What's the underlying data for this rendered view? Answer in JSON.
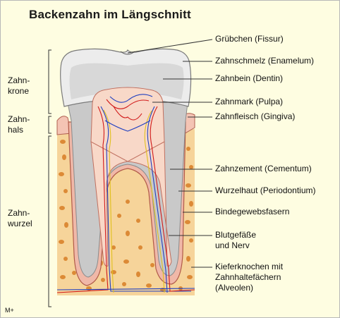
{
  "title": "Backenzahn im Längschnitt",
  "credit": "M+",
  "zones": {
    "krone": [
      "Zahn-",
      "krone"
    ],
    "hals": [
      "Zahn-",
      "hals"
    ],
    "wurzel": [
      "Zahn-",
      "wurzel"
    ]
  },
  "labels": {
    "fissur": "Grübchen  (Fissur)",
    "schmelz": "Zahnschmelz (Enamelum)",
    "dentin": "Zahnbein  (Dentin)",
    "pulpa": "Zahnmark  (Pulpa)",
    "gingiva": "Zahnfleisch  (Gingiva)",
    "zement": "Zahnzement  (Cementum)",
    "wurzelhaut": "Wurzelhaut  (Periodontium)",
    "fasern": "Bindegewebsfasern",
    "gefaesse": [
      "Blutgefäße",
      "und Nerv"
    ],
    "knochen": [
      "Kieferknochen mit",
      "Zahnhaltefächern",
      "(Alveolen)"
    ]
  },
  "colors": {
    "background": "#fefde1",
    "bone": "#f6d49a",
    "bone_spots": "#dc8a36",
    "gum": "#f4c4b4",
    "enamel": "#ececec",
    "dentin": "#c9c9c9",
    "pulp": "#f8d8c8",
    "artery": "#d11a1a",
    "vein": "#2040c0",
    "nerve": "#e0c020"
  }
}
